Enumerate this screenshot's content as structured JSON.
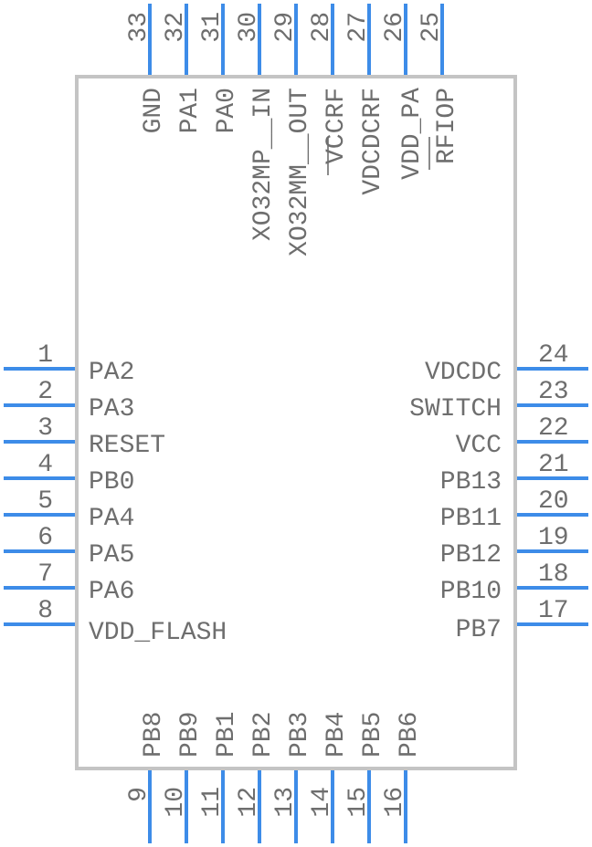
{
  "left_pins": [
    {
      "num": "1",
      "label": "PA2"
    },
    {
      "num": "2",
      "label": "PA3"
    },
    {
      "num": "3",
      "label": "RESET"
    },
    {
      "num": "4",
      "label": "PB0"
    },
    {
      "num": "5",
      "label": "PA4"
    },
    {
      "num": "6",
      "label": "PA5"
    },
    {
      "num": "7",
      "label": "PA6"
    },
    {
      "num": "8",
      "label": "VDD_FLASH"
    }
  ],
  "bottom_pins": [
    {
      "num": "9",
      "label": "PB8"
    },
    {
      "num": "10",
      "label": "PB9"
    },
    {
      "num": "11",
      "label": "PB1"
    },
    {
      "num": "12",
      "label": "PB2"
    },
    {
      "num": "13",
      "label": "PB3"
    },
    {
      "num": "14",
      "label": "PB4"
    },
    {
      "num": "15",
      "label": "PB5"
    },
    {
      "num": "16",
      "label": "PB6"
    }
  ],
  "right_pins": [
    {
      "num": "17",
      "label": "PB7"
    },
    {
      "num": "18",
      "label": "PB10"
    },
    {
      "num": "19",
      "label": "PB12"
    },
    {
      "num": "20",
      "label": "PB11"
    },
    {
      "num": "21",
      "label": "PB13"
    },
    {
      "num": "22",
      "label": "VCC"
    },
    {
      "num": "23",
      "label": "SWITCH"
    },
    {
      "num": "24",
      "label": "VDCDC"
    }
  ],
  "top_pins": [
    {
      "num": "25",
      "label": "RFIOP"
    },
    {
      "num": "26",
      "label": "VDD_PA"
    },
    {
      "num": "27",
      "label": "VDCDCRF"
    },
    {
      "num": "28",
      "label": "VCCRF"
    },
    {
      "num": "29",
      "label": "XO32MM__OUT"
    },
    {
      "num": "30",
      "label": "XO32MP__IN"
    },
    {
      "num": "31",
      "label": "PA0"
    },
    {
      "num": "32",
      "label": "PA1"
    },
    {
      "num": "33",
      "label": "GND"
    }
  ],
  "colors": {
    "pin": "#3d8ce8",
    "outline": "#c4c4c4",
    "text": "#6e6e6e"
  }
}
